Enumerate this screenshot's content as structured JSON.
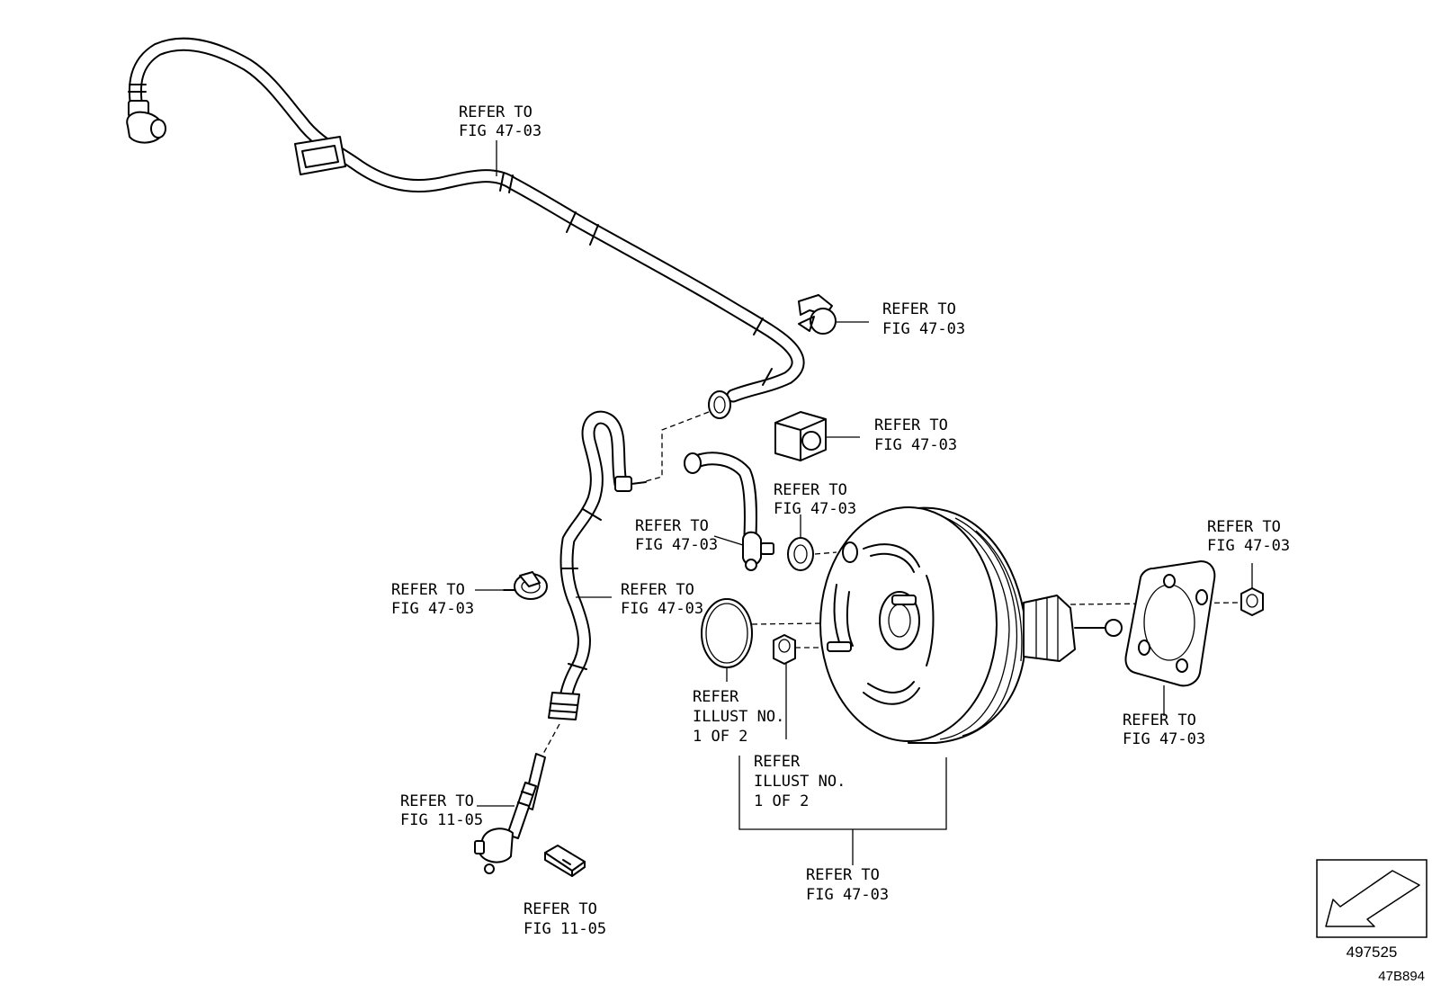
{
  "diagram": {
    "callouts": [
      {
        "id": "c1",
        "lines": [
          "REFER TO",
          "FIG 47-03"
        ]
      },
      {
        "id": "c2",
        "lines": [
          "REFER TO",
          "FIG 47-03"
        ]
      },
      {
        "id": "c3",
        "lines": [
          "REFER TO",
          "FIG 47-03"
        ]
      },
      {
        "id": "c4",
        "lines": [
          "REFER TO",
          "FIG 47-03"
        ]
      },
      {
        "id": "c5",
        "lines": [
          "REFER TO",
          "FIG 47-03"
        ]
      },
      {
        "id": "c6",
        "lines": [
          "REFER TO",
          "FIG 47-03"
        ]
      },
      {
        "id": "c7",
        "lines": [
          "REFER TO",
          "FIG 47-03"
        ]
      },
      {
        "id": "c8",
        "lines": [
          "REFER TO",
          "FIG 47-03"
        ]
      },
      {
        "id": "c9",
        "lines": [
          "REFER TO",
          "FIG 47-03"
        ]
      },
      {
        "id": "c10",
        "lines": [
          "REFER",
          "ILLUST NO.",
          "1 OF 2"
        ]
      },
      {
        "id": "c11",
        "lines": [
          "REFER",
          "ILLUST NO.",
          "1 OF 2"
        ]
      },
      {
        "id": "c12",
        "lines": [
          "REFER TO",
          "FIG 11-05"
        ]
      },
      {
        "id": "c13",
        "lines": [
          "REFER TO",
          "FIG 11-05"
        ]
      },
      {
        "id": "c14",
        "lines": [
          "REFER TO",
          "FIG 47-03"
        ]
      }
    ],
    "illustration_number": "497525",
    "drawing_code": "47B894"
  }
}
